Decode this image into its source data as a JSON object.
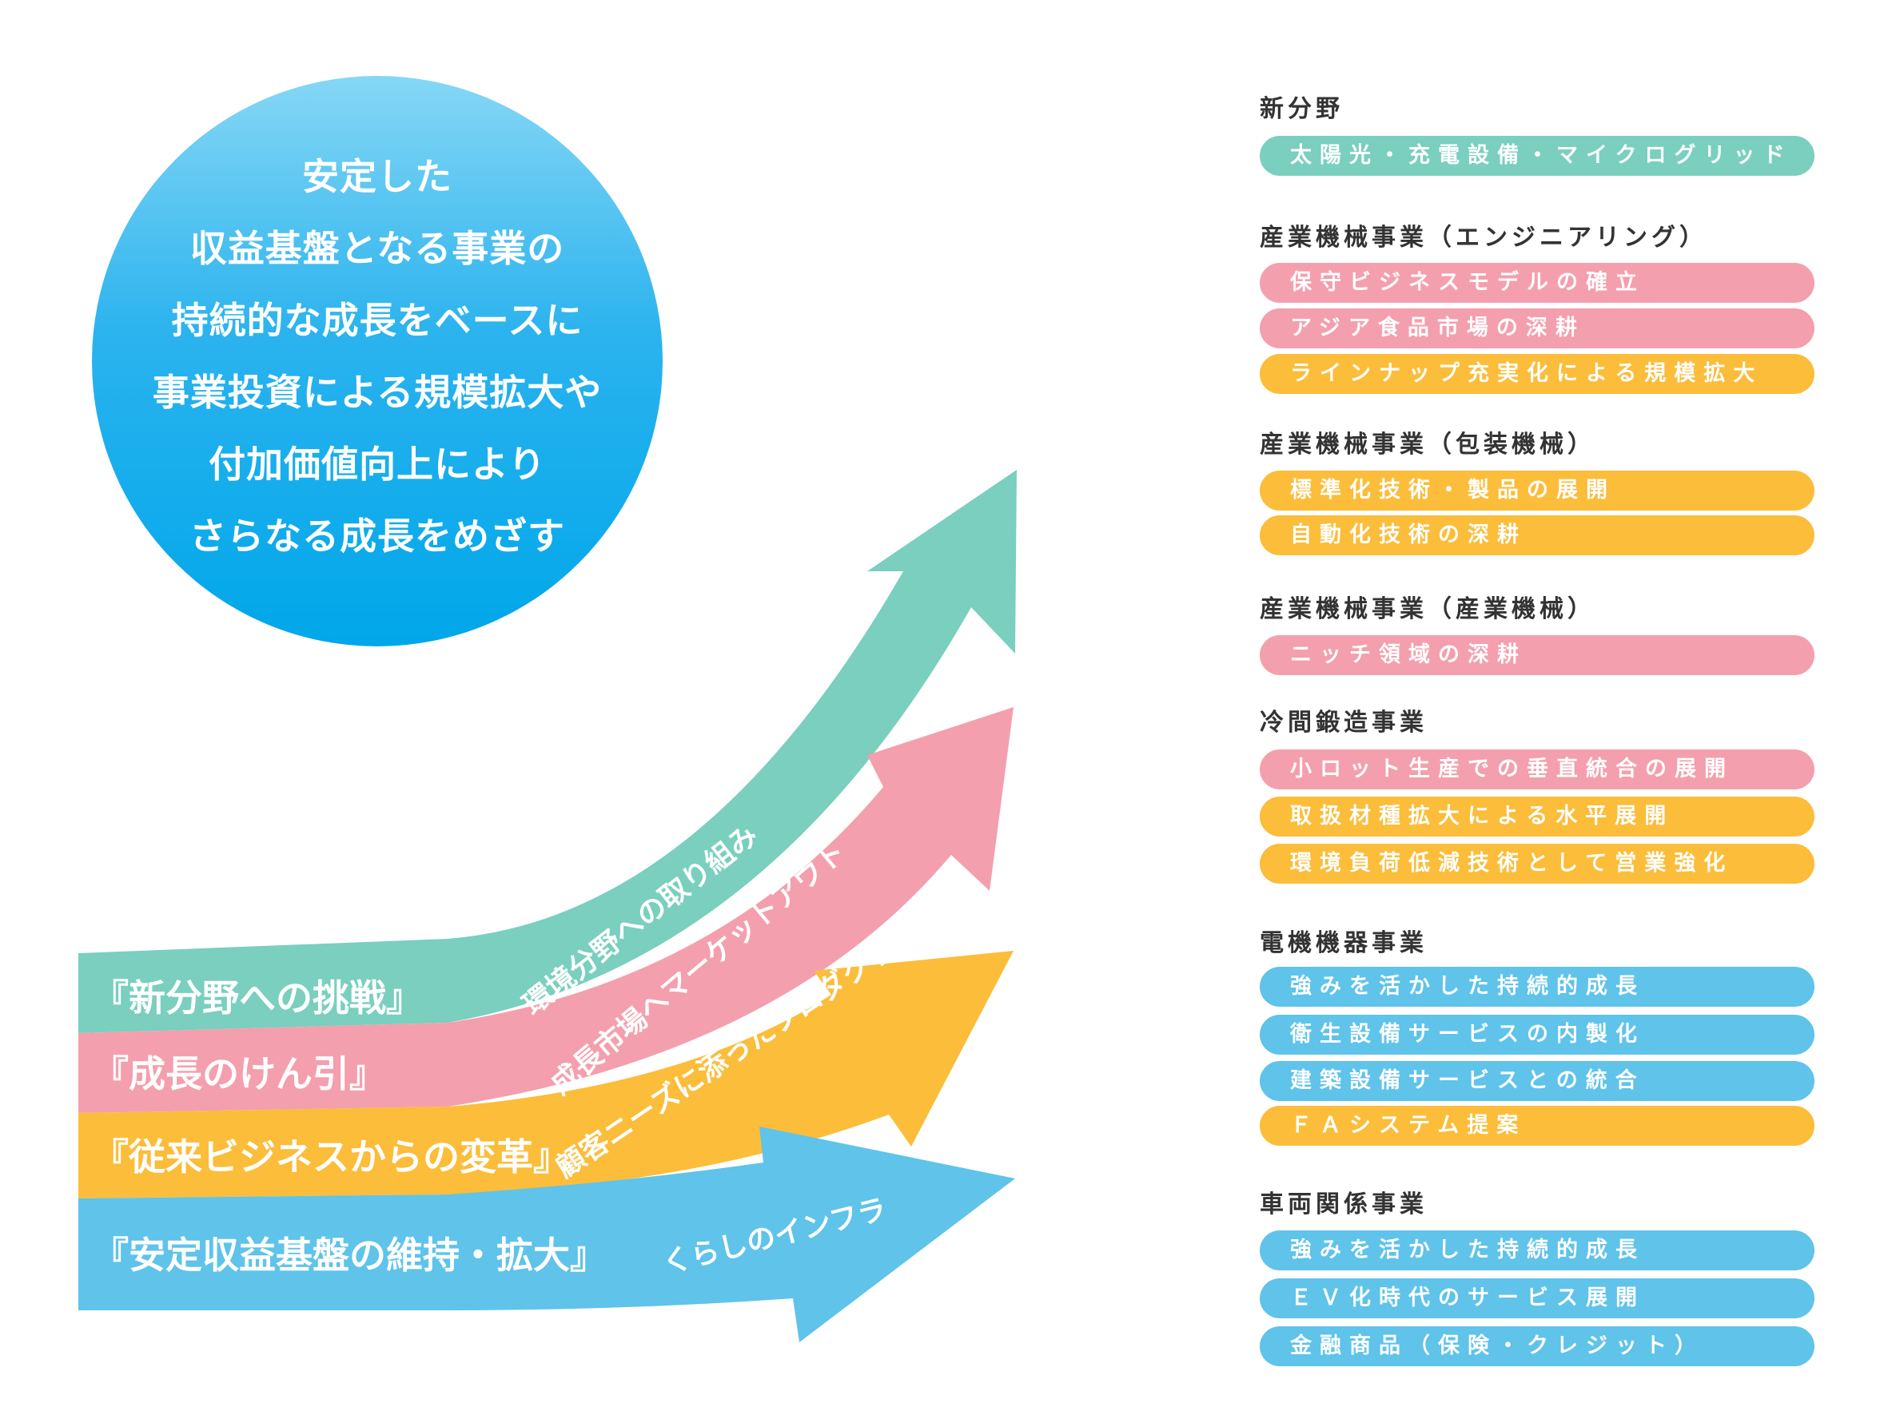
{
  "colors": {
    "green": "#7acfbf",
    "pink": "#f49fae",
    "yellow": "#fbbd3a",
    "blue": "#5fc3ea",
    "circle": "#1eb1ec",
    "text_dark": "#333333"
  },
  "circle": {
    "lines": [
      "安定した",
      "収益基盤となる事業の",
      "持続的な成長をベースに",
      "事業投資による規模拡大や",
      "付加価値向上により",
      "さらなる成長をめざす"
    ]
  },
  "arrows": [
    {
      "id": "green",
      "left_label": "『新分野への挑戦』",
      "arrow_label": "環境分野への取り組み"
    },
    {
      "id": "pink",
      "left_label": "『成長のけん引』",
      "arrow_label": "成長市場へマーケットアウト"
    },
    {
      "id": "yellow",
      "left_label": "『従来ビジネスからの変革』",
      "arrow_label": "顧客ニーズに添ったプロダクトアウト"
    },
    {
      "id": "blue",
      "left_label": "『安定収益基盤の維持・拡大』",
      "arrow_label": "くらしのインフラ"
    }
  ],
  "sections": [
    {
      "title": "新分野",
      "items": [
        {
          "label": "太陽光・充電設備・マイクログリッド",
          "color": "#7acfbf"
        }
      ]
    },
    {
      "title": "産業機械事業（エンジニアリング）",
      "items": [
        {
          "label": "保守ビジネスモデルの確立",
          "color": "#f49fae"
        },
        {
          "label": "アジア食品市場の深耕",
          "color": "#f49fae"
        },
        {
          "label": "ラインナップ充実化による規模拡大",
          "color": "#fbbd3a"
        }
      ]
    },
    {
      "title": "産業機械事業（包装機械）",
      "items": [
        {
          "label": "標準化技術・製品の展開",
          "color": "#fbbd3a"
        },
        {
          "label": "自動化技術の深耕",
          "color": "#fbbd3a"
        }
      ]
    },
    {
      "title": "産業機械事業（産業機械）",
      "items": [
        {
          "label": "ニッチ領域の深耕",
          "color": "#f49fae"
        }
      ]
    },
    {
      "title": "冷間鍛造事業",
      "items": [
        {
          "label": "小ロット生産での垂直統合の展開",
          "color": "#f49fae"
        },
        {
          "label": "取扱材種拡大による水平展開",
          "color": "#fbbd3a"
        },
        {
          "label": "環境負荷低減技術として営業強化",
          "color": "#fbbd3a"
        }
      ]
    },
    {
      "title": "電機機器事業",
      "items": [
        {
          "label": "強みを活かした持続的成長",
          "color": "#5fc3ea"
        },
        {
          "label": "衛生設備サービスの内製化",
          "color": "#5fc3ea"
        },
        {
          "label": "建築設備サービスとの統合",
          "color": "#5fc3ea"
        },
        {
          "label": "ＦＡシステム提案",
          "color": "#fbbd3a"
        }
      ]
    },
    {
      "title": "車両関係事業",
      "items": [
        {
          "label": "強みを活かした持続的成長",
          "color": "#5fc3ea"
        },
        {
          "label": "ＥＶ化時代のサービス展開",
          "color": "#5fc3ea"
        },
        {
          "label": "金融商品（保険・クレジット）",
          "color": "#5fc3ea"
        }
      ]
    }
  ]
}
